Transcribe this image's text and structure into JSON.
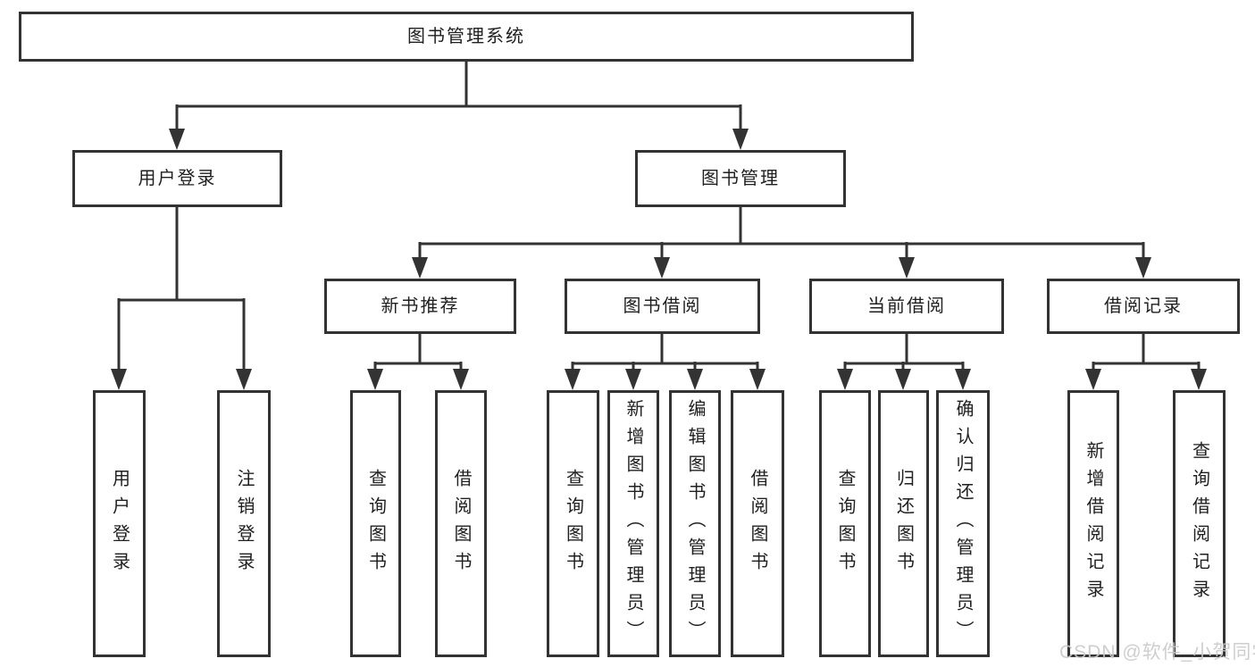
{
  "root": {
    "label": "图书管理系统"
  },
  "branches": [
    {
      "label": "用户登录",
      "leaves": [
        "用户登录",
        "注销登录"
      ]
    },
    {
      "label": "图书管理",
      "groups": [
        {
          "label": "新书推荐",
          "leaves": [
            "查询图书",
            "借阅图书"
          ]
        },
        {
          "label": "图书借阅",
          "leaves": [
            "查询图书",
            "新增图书（管理员）",
            "编辑图书（管理员）",
            "借阅图书"
          ]
        },
        {
          "label": "当前借阅",
          "leaves": [
            "查询图书",
            "归还图书",
            "确认归还（管理员）"
          ]
        },
        {
          "label": "借阅记录",
          "leaves": [
            "新增借阅记录",
            "查询借阅记录"
          ]
        }
      ]
    }
  ],
  "watermark": "CSDN @软件_小贺同学",
  "colors": {
    "line": "#333333",
    "text": "#1f1f1f",
    "watermark": "#c9c9c9",
    "bg": "#ffffff"
  }
}
